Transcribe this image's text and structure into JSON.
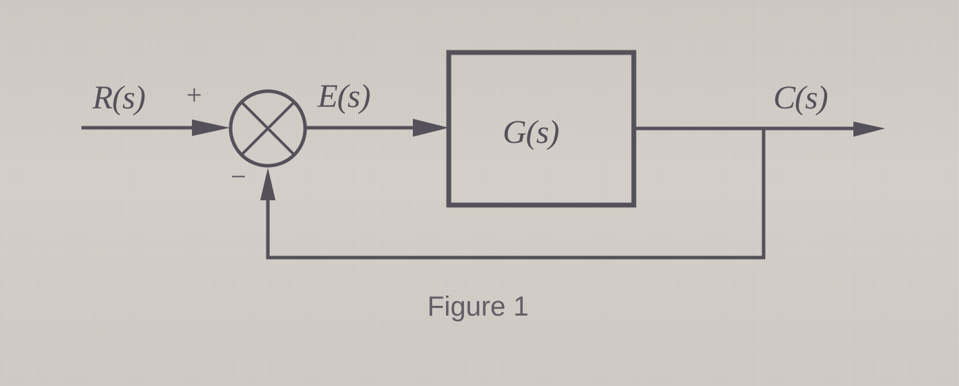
{
  "diagram": {
    "type": "closed-loop block diagram (unity negative feedback)",
    "signals": {
      "input": "R(s)",
      "error": "E(s)",
      "output": "C(s)"
    },
    "blocks": [
      {
        "id": "plant",
        "label": "G(s)"
      }
    ],
    "summing_junction": {
      "plus_sign": "+",
      "minus_sign": "−"
    },
    "caption": "Figure 1",
    "colors": {
      "background": "#d3cdc7",
      "line": "#55515a",
      "text": "#55515a"
    }
  }
}
